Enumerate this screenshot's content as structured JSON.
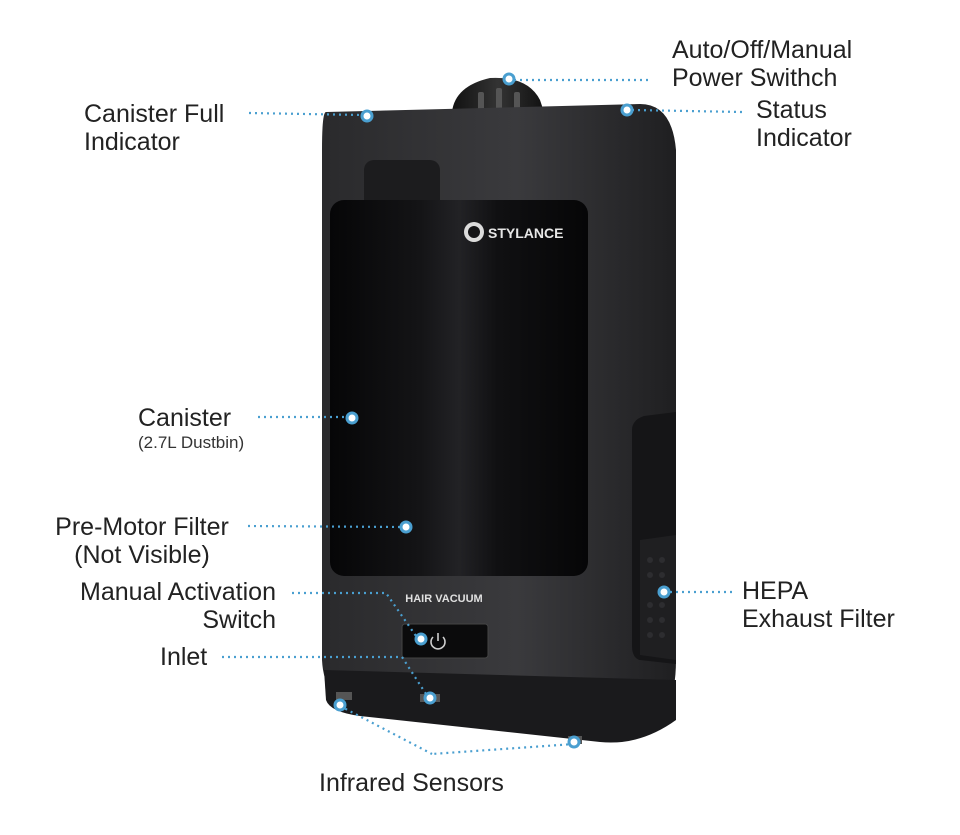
{
  "brand": {
    "logo_text": "STYLANCE",
    "model_text": "HAIR VACUUM"
  },
  "labels": {
    "power_switch": [
      "Auto/Off/Manual",
      "Power Swithch"
    ],
    "status_indicator": [
      "Status",
      "Indicator"
    ],
    "canister_full": [
      "Canister Full",
      "Indicator"
    ],
    "canister": {
      "title": "Canister",
      "subtitle": "(2.7L Dustbin)"
    },
    "pre_motor_filter": [
      "Pre-Motor Filter",
      "(Not Visible)"
    ],
    "manual_activation": [
      "Manual Activation",
      "Switch"
    ],
    "inlet": "Inlet",
    "hepa": [
      "HEPA",
      "Exhaust Filter"
    ],
    "infrared_sensors": "Infrared Sensors"
  },
  "colors": {
    "callout": "#4a9fd0",
    "body_dark": "#2c2c2e",
    "body_light": "#3d3d40",
    "panel": "#0c0c0e",
    "text": "#222222"
  },
  "icons": {
    "power": "power-icon"
  }
}
